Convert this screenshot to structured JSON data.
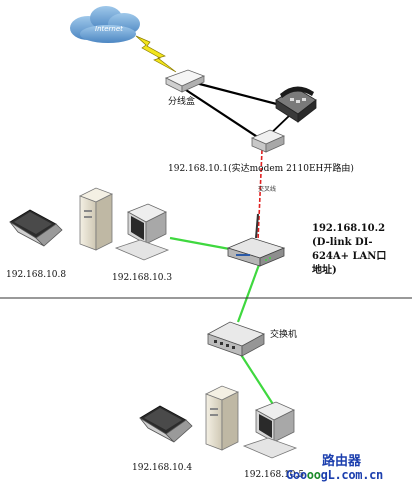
{
  "nodes": {
    "internet": {
      "label": "Internet"
    },
    "splitter": {
      "label": "分线盒"
    },
    "modem": {
      "label": "192.168.10.1(实达modem 2110EH开路由)"
    },
    "crossover_cable": {
      "label": "交叉线"
    },
    "router": {
      "lines": [
        "192.168.10.2",
        "(D-link DI-",
        "624A+  LAN口",
        "地址)"
      ]
    },
    "laptop_left": {
      "label": "192.168.10.8"
    },
    "desktop_top": {
      "label": "192.168.10.3"
    },
    "switch": {
      "label": "交换机"
    },
    "laptop_bottom": {
      "label": "192.168.10.4"
    },
    "desktop_bottom": {
      "label": "192.168.10.5"
    }
  },
  "watermark": {
    "cn": "路由器",
    "site_prefix": "Goo",
    "site_highlight": "oo",
    "site_suffix": "gL.com.cn"
  },
  "colors": {
    "phone_line": "#000000",
    "lan_cable": "#3fd83f",
    "crossover": "#e02020",
    "lightning": "#f2e51c",
    "cloud": "#6ea8d8",
    "divider": "#333333"
  }
}
